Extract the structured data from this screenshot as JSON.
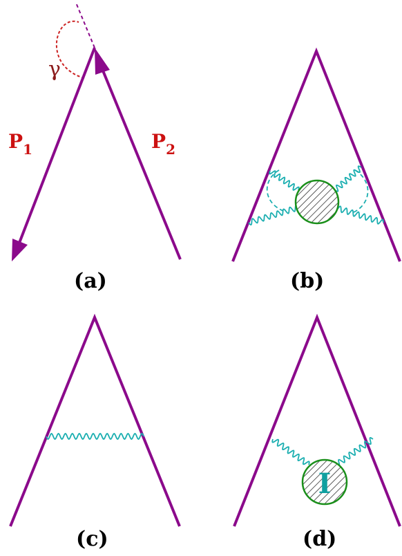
{
  "colors": {
    "fermion_line": "#8b0a8b",
    "photon": "#1aaeb0",
    "blob_stroke": "#1a8f1a",
    "blob_hatch": "#333333",
    "gamma_arc": "#cc2222",
    "gamma_text": "#8b1a1a",
    "p_label": "#cc1111",
    "caption": "#000000"
  },
  "panels": {
    "a": {
      "caption": "(a)",
      "angle_label": "γ",
      "p1_letter": "P",
      "p1_sub": "1",
      "p2_letter": "P",
      "p2_sub": "2"
    },
    "b": {
      "caption": "(b)"
    },
    "c": {
      "caption": "(c)"
    },
    "d": {
      "caption": "(d)",
      "blob_label": "I"
    }
  }
}
